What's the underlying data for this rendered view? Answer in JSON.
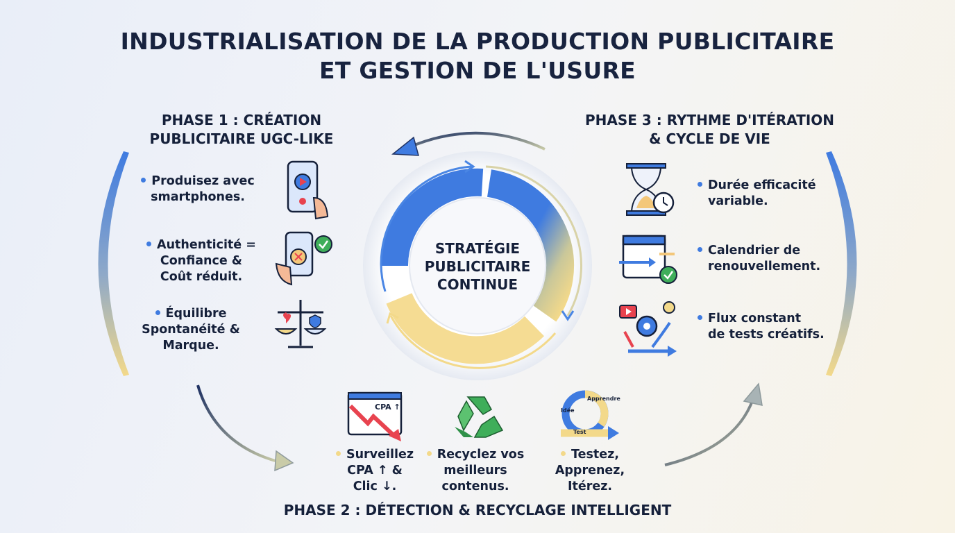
{
  "title": {
    "line1": "INDUSTRIALISATION DE LA PRODUCTION PUBLICITAIRE",
    "line2": "ET GESTION DE L'USURE"
  },
  "center": {
    "line1": "STRATÉGIE",
    "line2": "PUBLICITAIRE",
    "line3": "CONTINUE"
  },
  "phase1": {
    "heading_line1": "PHASE 1 : CRÉATION",
    "heading_line2": "PUBLICITAIRE UGC-LIKE",
    "items": [
      {
        "line1": "Produisez avec",
        "line2": "smartphones.",
        "icon": "smartphone-video-icon"
      },
      {
        "line1": "Authenticité =",
        "line2": "Confiance &",
        "line3": "Coût réduit.",
        "icon": "phone-money-check-icon"
      },
      {
        "line1": "Équilibre",
        "line2": "Spontanéité &",
        "line3": "Marque.",
        "icon": "balance-scale-icon"
      }
    ]
  },
  "phase2": {
    "heading": "PHASE 2 : DÉTECTION & RECYCLAGE INTELLIGENT",
    "items": [
      {
        "line1": "Surveillez",
        "line2": "CPA ↑ &",
        "line3": "Clic ↓.",
        "icon": "cpa-chart-down-icon",
        "icon_label": "CPA ↑"
      },
      {
        "line1": "Recyclez vos",
        "line2": "meilleurs",
        "line3": "contenus.",
        "icon": "recycle-icon"
      },
      {
        "line1": "Testez,",
        "line2": "Apprenez,",
        "line3": "Itérez.",
        "icon": "iteration-cycle-icon",
        "icon_labels": [
          "Idée",
          "Apprendre",
          "Test"
        ]
      }
    ]
  },
  "phase3": {
    "heading_line1": "PHASE 3 : RYTHME D'ITÉRATION",
    "heading_line2": "& CYCLE DE VIE",
    "items": [
      {
        "line1": "Durée efficacité",
        "line2": "variable.",
        "icon": "hourglass-clock-icon"
      },
      {
        "line1": "Calendrier de",
        "line2": "renouvellement.",
        "icon": "calendar-check-icon"
      },
      {
        "line1": "Flux constant",
        "line2": "de tests créatifs.",
        "icon": "creative-tests-icon"
      }
    ]
  },
  "colors": {
    "blue": "#3f7be0",
    "yellow": "#f3d98a",
    "navy": "#15203a",
    "green": "#3fae5a",
    "red": "#e8434f"
  }
}
